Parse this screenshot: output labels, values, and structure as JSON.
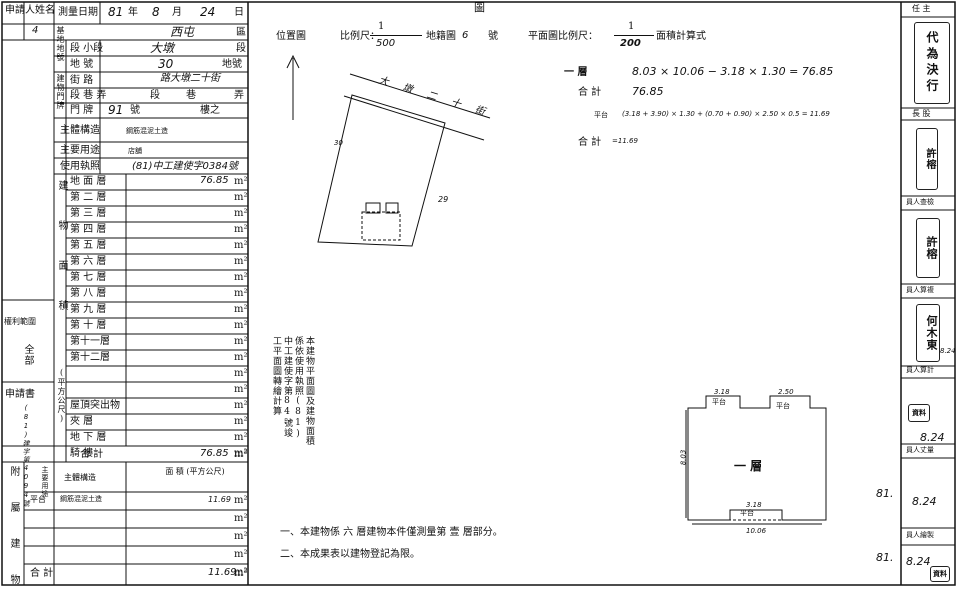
{
  "header_top": "圖",
  "left_table": {
    "applicant_label": "申請人姓名",
    "applicant_value": "4",
    "survey_date_label": "測量日期",
    "survey_date": {
      "year": "81",
      "year_unit": "年",
      "month": "8",
      "month_unit": "月",
      "day": "24",
      "day_unit": "日"
    },
    "base_location_label": "基地地號",
    "district_label": "區",
    "district_value": "西屯",
    "section_label": "段 小段",
    "section_unit": "段",
    "section_value": "大墩",
    "lot_label": "地 號",
    "lot_value": "30",
    "lot_unit": "地號",
    "door_label": "建物門牌",
    "street_label": "街 路",
    "street_value": "路大墩二十街",
    "lane_label": "段 巷 弄",
    "lane_parts": [
      "段",
      "巷",
      "弄"
    ],
    "number_label": "門 牌",
    "number_value": "91",
    "number_unit": "號",
    "floor_value": "樓之",
    "structure_label": "主體構造",
    "structure_value": "鋼筋混泥土造",
    "usage_label": "主要用途",
    "usage_value": "店舖",
    "license_label": "使用執照",
    "license_value": "(81)中工建使字0384號",
    "area_group_label": "建物面積",
    "area_unit_label": "(平方公尺)",
    "floors": [
      {
        "label": "地 面 層",
        "value": "76.85",
        "unit": "m²"
      },
      {
        "label": "第 二 層",
        "value": "",
        "unit": "m²"
      },
      {
        "label": "第 三 層",
        "value": "",
        "unit": "m²"
      },
      {
        "label": "第 四 層",
        "value": "",
        "unit": "m²"
      },
      {
        "label": "第 五 層",
        "value": "",
        "unit": "m²"
      },
      {
        "label": "第 六 層",
        "value": "",
        "unit": "m²"
      },
      {
        "label": "第 七 層",
        "value": "",
        "unit": "m²"
      },
      {
        "label": "第 八 層",
        "value": "",
        "unit": "m²"
      },
      {
        "label": "第 九 層",
        "value": "",
        "unit": "m²"
      },
      {
        "label": "第 十 層",
        "value": "",
        "unit": "m²"
      },
      {
        "label": "第十一層",
        "value": "",
        "unit": "m²"
      },
      {
        "label": "第十二層",
        "value": "",
        "unit": "m²"
      },
      {
        "label": "",
        "value": "",
        "unit": "m²"
      },
      {
        "label": "",
        "value": "",
        "unit": "m²"
      },
      {
        "label": "屋頂突出物",
        "value": "",
        "unit": "m²"
      },
      {
        "label": "夾 層",
        "value": "",
        "unit": "m²"
      },
      {
        "label": "地 下 層",
        "value": "",
        "unit": "m²"
      },
      {
        "label": "騎 樓",
        "value": "",
        "unit": "m²"
      }
    ],
    "total_label": "合 計",
    "total_value": "76.85",
    "total_unit": "m²",
    "rights_label": "權利範圍",
    "rights_value": "全部",
    "application_label": "申請書",
    "application_value": "(81)建字第4094號",
    "annex_label": "附屬建物",
    "annex_use_label": "主要用途",
    "annex_struct_label": "主體構造",
    "annex_area_label": "面 積 (平方公尺)",
    "annex_rows": [
      {
        "use": "平台",
        "struct": "鋼筋混泥土造",
        "value": "11.69",
        "unit": "m²"
      },
      {
        "use": "",
        "struct": "",
        "value": "",
        "unit": "m²"
      },
      {
        "use": "",
        "struct": "",
        "value": "",
        "unit": "m²"
      },
      {
        "use": "",
        "struct": "",
        "value": "",
        "unit": "m²"
      },
      {
        "use": "",
        "struct": "",
        "value": "",
        "unit": "m²"
      }
    ],
    "annex_total_label": "合 計",
    "annex_total_value": "11.69",
    "annex_total_unit": "m²"
  },
  "center": {
    "location_title": "位置圖",
    "scale_label": "比例尺：",
    "scale_num": "1",
    "scale_den": "500",
    "cadastral_label": "地籍圖",
    "cadastral_value": "6",
    "cadastral_unit": "號",
    "plan_scale_label": "平面圖比例尺：",
    "plan_scale_num": "1",
    "plan_scale_den": "200",
    "area_formula_label": "面積計算式",
    "street_name": "大 墩 二 十 街",
    "lot_num_30": "30",
    "lot_num_29": "29",
    "calc_floor_label": "一 層",
    "calc_floor": "8.03 × 10.06 − 3.18 × 1.30 = 76.85",
    "calc_sub_label": "合 計",
    "calc_sub": "76.85",
    "calc_platform_label": "平台",
    "calc_platform": "(3.18 + 3.90) × 1.30 + (0.70 + 0.90) × 2.50 × 0.5 = 11.69",
    "calc_total_label": "合 計",
    "calc_total": "=11.69",
    "declaration": "本建物平面圖及建物面積係依使用執照(81)中工建使字第84號竣工平面圖轉繪計算",
    "plan_floor_label": "一 層",
    "plan_platform_1": "平台",
    "plan_platform_2": "平台",
    "plan_platform_3": "平台",
    "plan_dim_width": "10.06",
    "plan_dim_depth": "8.03",
    "plan_dim_1": "3.18",
    "plan_dim_2": "2.50",
    "plan_dim_3": "3.18",
    "note_1": "一、本建物係 六 層建物本件僅測量第 壹 層部分。",
    "note_2": "二、本成果表以建物登記為限。"
  },
  "right": {
    "role_1": "任 主",
    "stamp_1": "代為決行",
    "role_2": "長 股",
    "stamp_2": "許榕",
    "role_3": "員人查檢",
    "stamp_3": "許榕",
    "role_4": "員人算複",
    "stamp_4": "何木東",
    "stamp_4_note": "8.24",
    "role_5": "員人算計",
    "stamp_5": "資料",
    "date_5": "8.24",
    "role_6": "員人丈量",
    "stamp_6": "8.24",
    "year_6": "81.",
    "role_7": "員人繪製",
    "date_7": "8.24",
    "year_7": "81.",
    "stamp_7": "資料"
  }
}
